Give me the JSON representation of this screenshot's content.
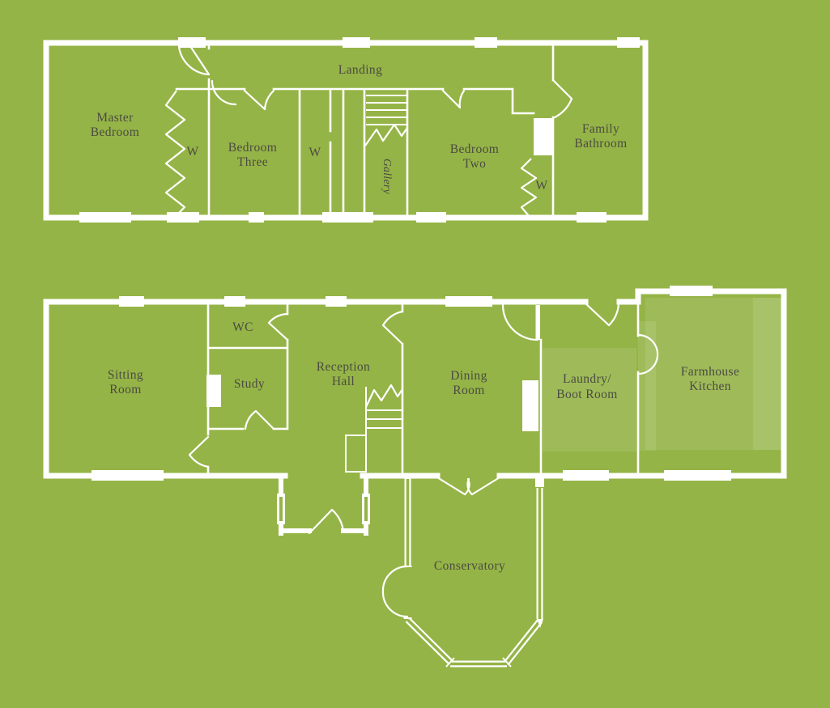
{
  "palette": {
    "background": "#95B447",
    "wall": "#ffffff",
    "label_text": "#4b4b42",
    "floor_highlight": "rgba(255,255,255,0.10)"
  },
  "plan": {
    "upper_floor": {
      "landing": "Landing",
      "master_bedroom": {
        "line1": "Master",
        "line2": "Bedroom"
      },
      "wardrobe_master": "W",
      "bedroom_three": {
        "line1": "Bedroom",
        "line2": "Three"
      },
      "wardrobe_bedroom_three": "W",
      "gallery": "Gallery",
      "bedroom_two": {
        "line1": "Bedroom",
        "line2": "Two"
      },
      "wardrobe_bedroom_two": "W",
      "family_bathroom": {
        "line1": "Family",
        "line2": "Bathroom"
      }
    },
    "ground_floor": {
      "sitting_room": {
        "line1": "Sitting",
        "line2": "Room"
      },
      "wc": "WC",
      "study": "Study",
      "reception_hall": {
        "line1": "Reception",
        "line2": "Hall"
      },
      "dining_room": {
        "line1": "Dining",
        "line2": "Room"
      },
      "laundry_boot_room": {
        "line1": "Laundry/",
        "line2": "Boot Room"
      },
      "farmhouse_kitchen": {
        "line1": "Farmhouse",
        "line2": "Kitchen"
      },
      "conservatory": "Conservatory"
    }
  }
}
